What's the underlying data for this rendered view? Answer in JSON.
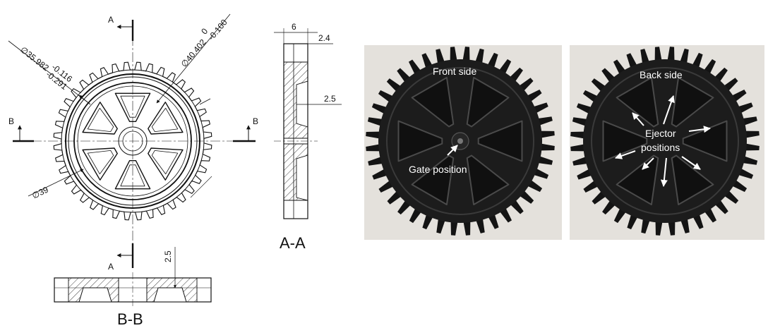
{
  "drawing": {
    "section_marks": {
      "a_top": "A",
      "a_bottom": "A",
      "b_left": "B",
      "b_right": "B"
    },
    "dims": {
      "root_dia": "∅35.982",
      "root_tol_upper": "-0.116",
      "root_tol_lower": "-0.291",
      "outer_dia": "∅40.402",
      "outer_tol_upper": "0",
      "outer_tol_lower": "-0.100",
      "inner_dia": "∅39",
      "width": "6",
      "offset": "2.4",
      "depth_aa": "2.5",
      "depth_bb": "2.5"
    },
    "section_titles": {
      "aa": "A-A",
      "bb": "B-B"
    }
  },
  "photos": {
    "front": {
      "side_label": "Front side",
      "gate_label": "Gate position"
    },
    "back": {
      "side_label": "Back side",
      "ejector_label_1": "Ejector",
      "ejector_label_2": "positions"
    }
  },
  "colors": {
    "photo_bg": "#e4e1dc",
    "gear": "#141414",
    "line": "#111111"
  }
}
